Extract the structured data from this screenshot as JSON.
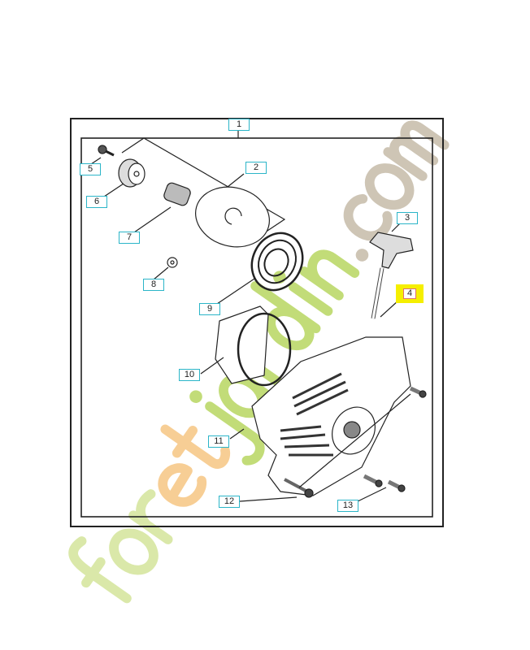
{
  "diagram": {
    "callouts": [
      {
        "id": "1",
        "label": "1"
      },
      {
        "id": "2",
        "label": "2"
      },
      {
        "id": "3",
        "label": "3"
      },
      {
        "id": "4",
        "label": "4",
        "highlighted": true
      },
      {
        "id": "5",
        "label": "5"
      },
      {
        "id": "6",
        "label": "6"
      },
      {
        "id": "7",
        "label": "7"
      },
      {
        "id": "8",
        "label": "8"
      },
      {
        "id": "9",
        "label": "9"
      },
      {
        "id": "10",
        "label": "10"
      },
      {
        "id": "11",
        "label": "11"
      },
      {
        "id": "12",
        "label": "12"
      },
      {
        "id": "13",
        "label": "13"
      }
    ],
    "colors": {
      "callout_border": "#2bb5c8",
      "highlight": "#f5ef00",
      "line": "#222222"
    }
  },
  "watermark": {
    "text": "foretjardin.com",
    "parts": [
      {
        "text": "for",
        "color": "#d6e6a0"
      },
      {
        "text": "et",
        "color": "#f7c98a"
      },
      {
        "text": "jardin",
        "color": "#bcd96a"
      },
      {
        "text": ".com",
        "color": "#c9bfae"
      }
    ]
  }
}
